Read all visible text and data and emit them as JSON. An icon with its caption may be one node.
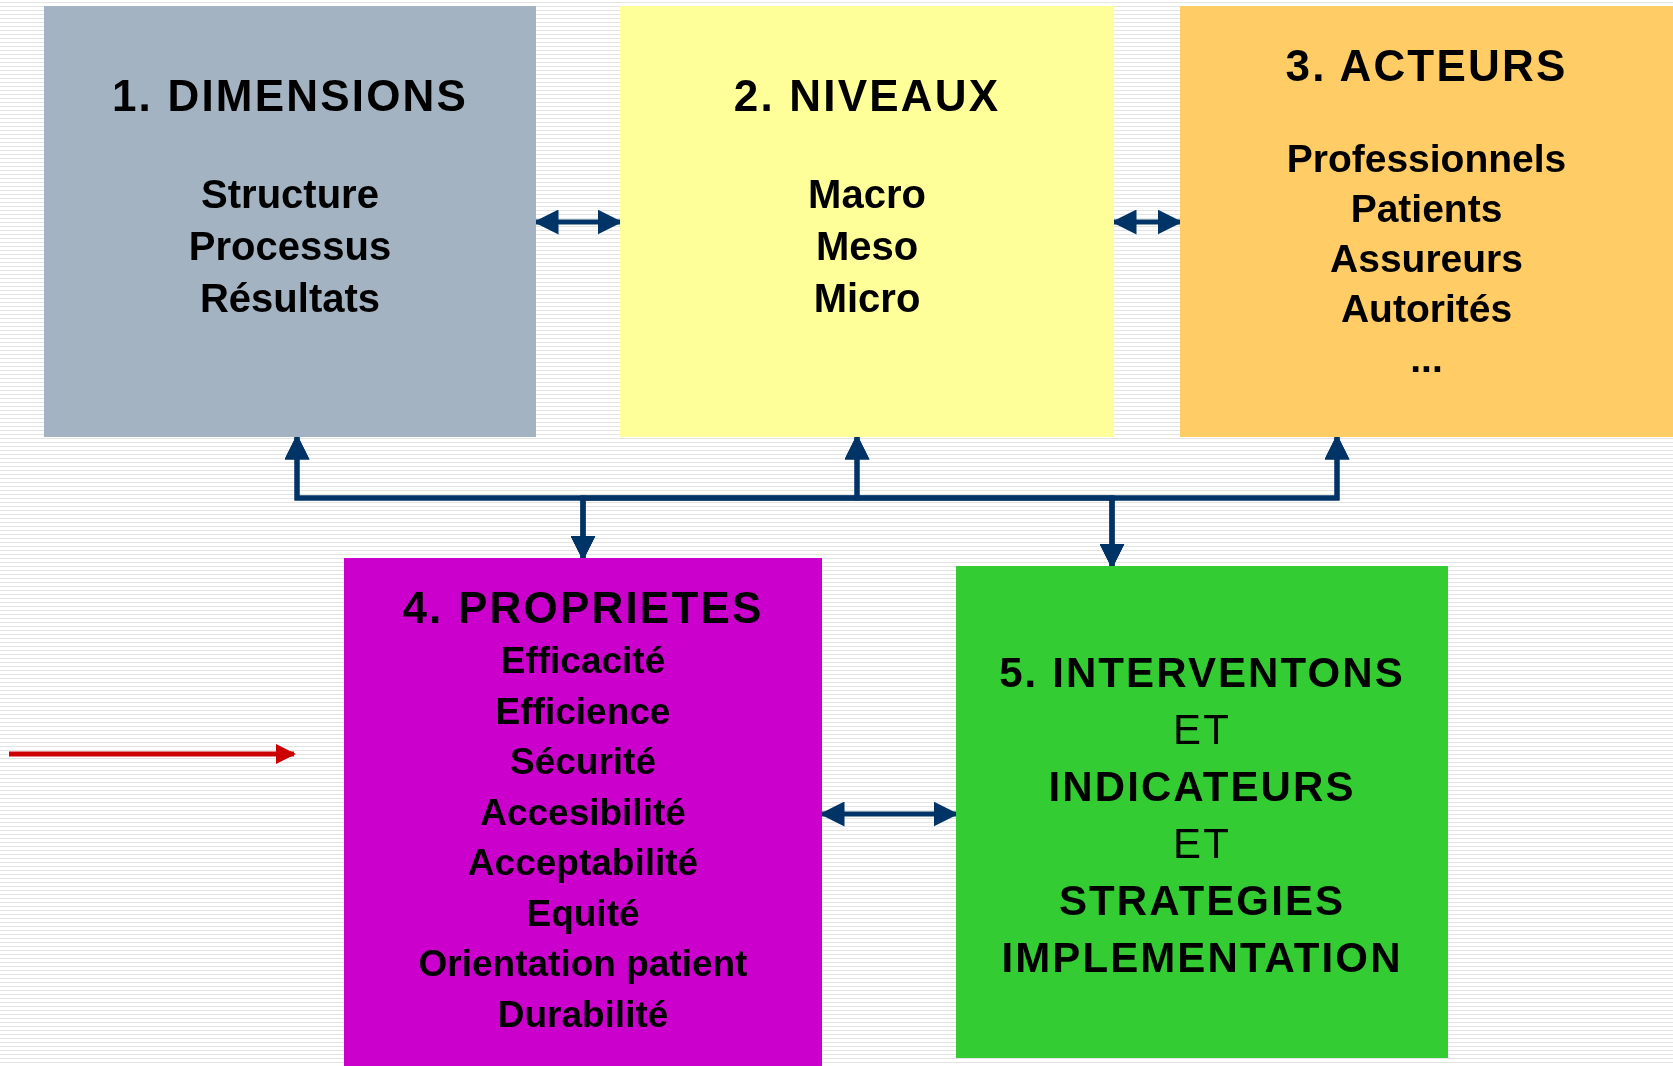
{
  "diagram": {
    "nodes": [
      {
        "text": [
          "1. DIMENSIONS",
          "Structure",
          "Processus",
          "Résultats"
        ]
      },
      {
        "text": [
          "2. NIVEAUX",
          "Macro",
          "Meso",
          "Micro"
        ]
      },
      {
        "text": [
          "3. ACTEURS",
          "Professionnels",
          "Patients",
          "Assureurs",
          "Autorités",
          "..."
        ]
      },
      {
        "text": [
          "4. PROPRIETES",
          "Efficacité",
          "Efficience",
          "Sécurité",
          "Accesibilité",
          "Acceptabilité",
          "Equité",
          "Orientation patient",
          "Durabilité"
        ]
      },
      {
        "text": [
          "5. INTERVENTONS",
          "ET",
          "INDICATEURS",
          "ET",
          "STRATEGIES",
          "IMPLEMENTATION"
        ]
      }
    ],
    "edges": [
      {
        "from": 0,
        "to": 1,
        "arrow": "both"
      },
      {
        "from": 1,
        "to": 2,
        "arrow": "both"
      },
      {
        "from": 3,
        "to": 0,
        "arrow": "both"
      },
      {
        "from": 3,
        "to": 1,
        "arrow": "both"
      },
      {
        "from": 3,
        "to": 2,
        "arrow": "both"
      },
      {
        "from": 4,
        "to": 0,
        "arrow": "both"
      },
      {
        "from": 4,
        "to": 1,
        "arrow": "both"
      },
      {
        "from": 4,
        "to": 2,
        "arrow": "both"
      },
      {
        "from": 3,
        "to": 4,
        "arrow": "both"
      },
      {
        "from": null,
        "to": 3,
        "arrow": "to",
        "color": "#cc0000"
      }
    ]
  }
}
